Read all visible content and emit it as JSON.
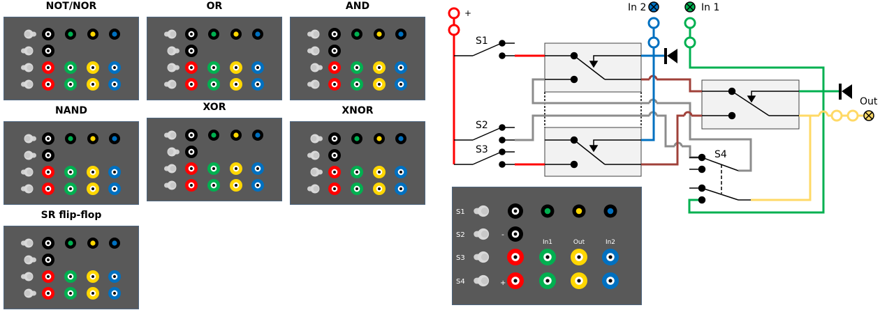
{
  "colors": {
    "panel_bg": "#595959",
    "red": "#ff0000",
    "green": "#00b050",
    "yellow": "#ffd700",
    "blue": "#0070c0",
    "black": "#000000",
    "switch": "#d9d9d9",
    "brown": "#a0413a",
    "gray": "#8c8c8c",
    "yellow_wire": "#ffd966"
  },
  "gates": [
    {
      "title": "NOT/NOR",
      "switches": [
        "right",
        "left",
        "left",
        "left"
      ]
    },
    {
      "title": "OR",
      "switches": [
        "left",
        "right",
        "right",
        "left"
      ]
    },
    {
      "title": "AND",
      "switches": [
        "left",
        "left",
        "right",
        "left"
      ]
    },
    {
      "title": "NAND",
      "switches": [
        "right",
        "right",
        "left",
        "left"
      ]
    },
    {
      "title": "XOR",
      "switches": [
        "left",
        "right",
        "left",
        "left"
      ]
    },
    {
      "title": "XNOR",
      "switches": [
        "right",
        "left",
        "right",
        "left"
      ]
    },
    {
      "title": "SR flip-flop",
      "switches": [
        "left",
        "right",
        "left",
        "right"
      ]
    }
  ],
  "legend_panel": {
    "switch_labels": [
      "S1",
      "S2",
      "S3",
      "S4"
    ],
    "minus_label": "-",
    "plus_label": "+",
    "column_labels": [
      "In1",
      "Out",
      "In2"
    ]
  },
  "schematic": {
    "plus_label": "+",
    "in2_label": "In 2",
    "in1_label": "In 1",
    "out_label": "Out",
    "switch_labels": {
      "s1": "S1",
      "s2": "S2",
      "s3": "S3",
      "s4": "S4"
    }
  }
}
